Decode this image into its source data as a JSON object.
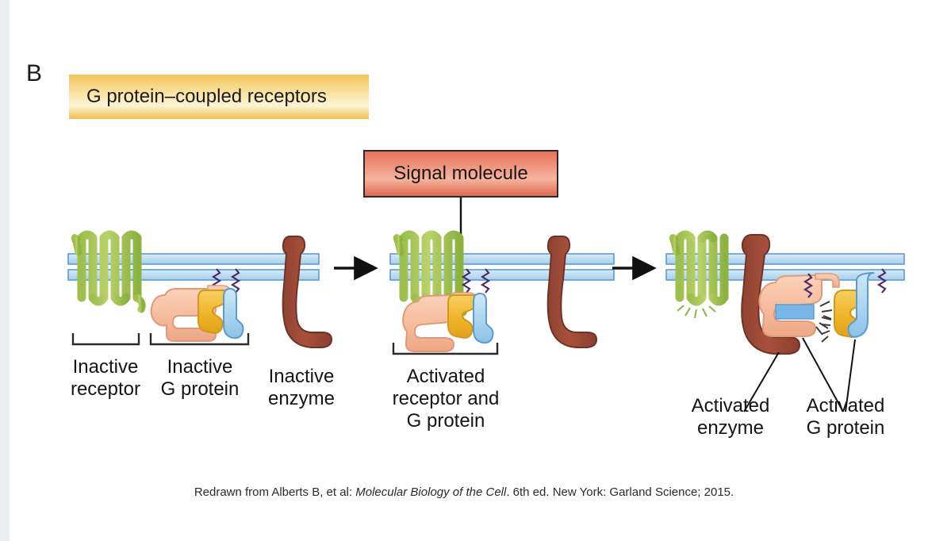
{
  "figure": {
    "panel_letter": "B",
    "title": "G protein–coupled receptors",
    "signal_box_label": "Signal molecule",
    "caption_prefix": "Redrawn from Alberts B, et al: ",
    "caption_italic": "Molecular Biology of the Cell",
    "caption_suffix": ". 6th ed. New York: Garland Science; 2015."
  },
  "colors": {
    "banner_gold": "#f2c45b",
    "banner_light": "#fdf3d6",
    "signal_salmon": "#e8725a",
    "receptor_green": "#8cb340",
    "receptor_green_light": "#b9d26a",
    "alpha_peach": "#f6bb9c",
    "beta_gold": "#f0b429",
    "gamma_blue": "#a9d4ef",
    "enzyme_red": "#9e4a38",
    "membrane_blue": "#bcdcf2",
    "membrane_outline": "#5b9bd5",
    "lipid_anchor": "#4a2a6a",
    "arrow_black": "#111111",
    "gtp_blue": "#7ab6e8"
  },
  "steps": [
    {
      "id": "step-1",
      "labels": [
        {
          "name": "inactive-receptor",
          "lines": [
            "Inactive",
            "receptor"
          ]
        },
        {
          "name": "inactive-g-protein",
          "lines": [
            "Inactive",
            "G protein"
          ]
        },
        {
          "name": "inactive-enzyme",
          "lines": [
            "Inactive",
            "enzyme"
          ]
        }
      ]
    },
    {
      "id": "step-2",
      "labels": [
        {
          "name": "activated-receptor-and-g-protein",
          "lines": [
            "Activated",
            "receptor and",
            "G protein"
          ]
        }
      ]
    },
    {
      "id": "step-3",
      "labels": [
        {
          "name": "activated-enzyme",
          "lines": [
            "Activated",
            "enzyme"
          ]
        },
        {
          "name": "activated-g-protein",
          "lines": [
            "Activated",
            "G protein"
          ]
        }
      ]
    }
  ],
  "label_text": {
    "s1_l1a": "Inactive",
    "s1_l1b": "receptor",
    "s1_l2a": "Inactive",
    "s1_l2b": "G protein",
    "s1_l3a": "Inactive",
    "s1_l3b": "enzyme",
    "s2_l1a": "Activated",
    "s2_l1b": "receptor and",
    "s2_l1c": "G protein",
    "s3_l1a": "Activated",
    "s3_l1b": "enzyme",
    "s3_l2a": "Activated",
    "s3_l2b": "G protein"
  }
}
